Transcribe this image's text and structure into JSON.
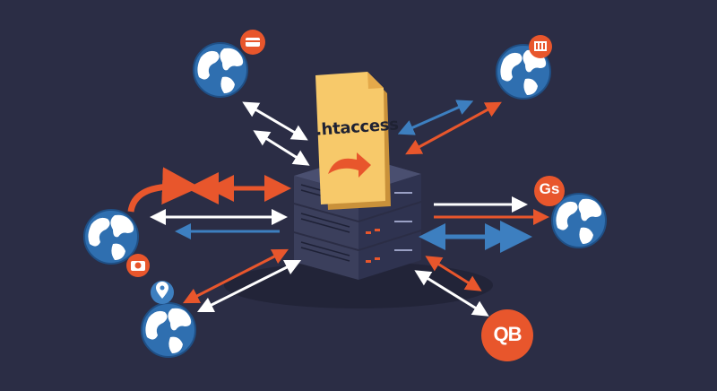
{
  "file": {
    "label": ".htaccess",
    "icon": "redirect-arrow-icon"
  },
  "server": {
    "icon": "server-rack-icon"
  },
  "badges": {
    "gs": "Gs",
    "qb": "QB"
  },
  "globes": [
    {
      "name": "globe-top-left",
      "badge_icon": "credit-card-icon"
    },
    {
      "name": "globe-top-right",
      "badge_icon": "calendar-icon"
    },
    {
      "name": "globe-left",
      "badge_icon": "camera-icon"
    },
    {
      "name": "globe-bottom-left",
      "badge_icon": "location-pin-icon"
    },
    {
      "name": "globe-right",
      "badge_icon": "gs-logo"
    }
  ],
  "colors": {
    "background": "#2b2d45",
    "accent_orange": "#e8562c",
    "accent_blue": "#3d7fc0",
    "arrow_white": "#ffffff",
    "file_yellow": "#f7c96a",
    "server_dark": "#3b3f5c"
  }
}
